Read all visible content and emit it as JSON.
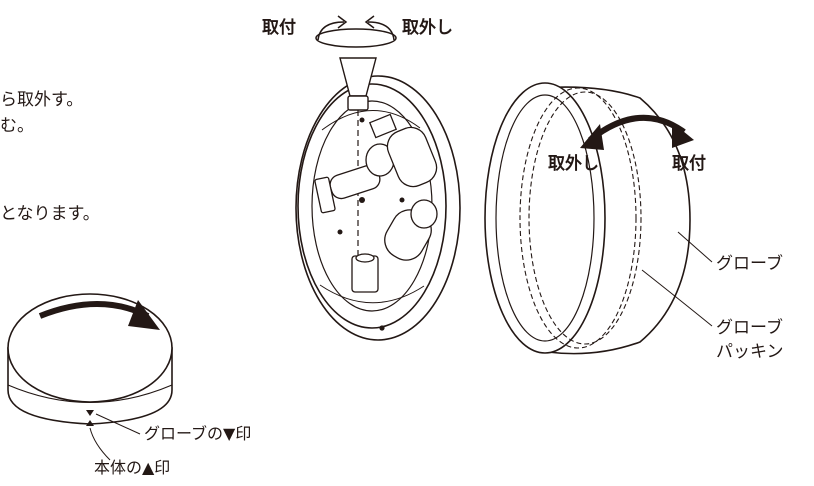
{
  "instructions": {
    "line1_fragment": "ら取外す。",
    "line2_fragment": "む。",
    "line3_fragment": "となります。"
  },
  "fixture": {
    "rotate_install_label": "取付",
    "rotate_remove_label": "取外し"
  },
  "globe": {
    "arrow_remove_label": "取外し",
    "arrow_install_label": "取付",
    "globe_callout": "グローブ",
    "packing_callout_line1": "グローブ",
    "packing_callout_line2": "パッキン"
  },
  "alignment": {
    "globe_mark_label": "グローブの▼印",
    "body_mark_label": "本体の▲印"
  }
}
